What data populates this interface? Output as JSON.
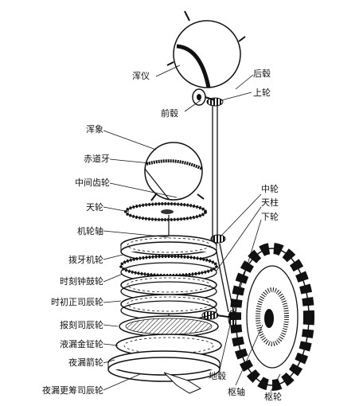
{
  "labels": {
    "hunyi": "浑仪",
    "hougu": "后毂",
    "shanglun": "上轮",
    "qiangu": "前毂",
    "hunxiang": "浑象",
    "chidaoya": "赤道牙",
    "zhongjianchilun": "中间齿轮",
    "tianlun": "天轮",
    "zhonglun": "中轮",
    "tianzhu": "天柱",
    "xialun": "下轮",
    "jilunzhou": "机轮轴",
    "boyajilun": "拨牙机轮",
    "shikezhongdaolun": "时刻钟鼓轮",
    "shichuzhengsichenlun": "时初正司辰轮",
    "baokesichenlun": "报刻司辰轮",
    "yelou_jinzhenglun": "液漏金钲轮",
    "yelou_jianlun": "夜漏箭轮",
    "yelou_gengchou_sichenlun": "夜漏更筹司辰轮",
    "digu": "地毂",
    "shuzhou": "枢轴",
    "shulun": "枢轮"
  }
}
